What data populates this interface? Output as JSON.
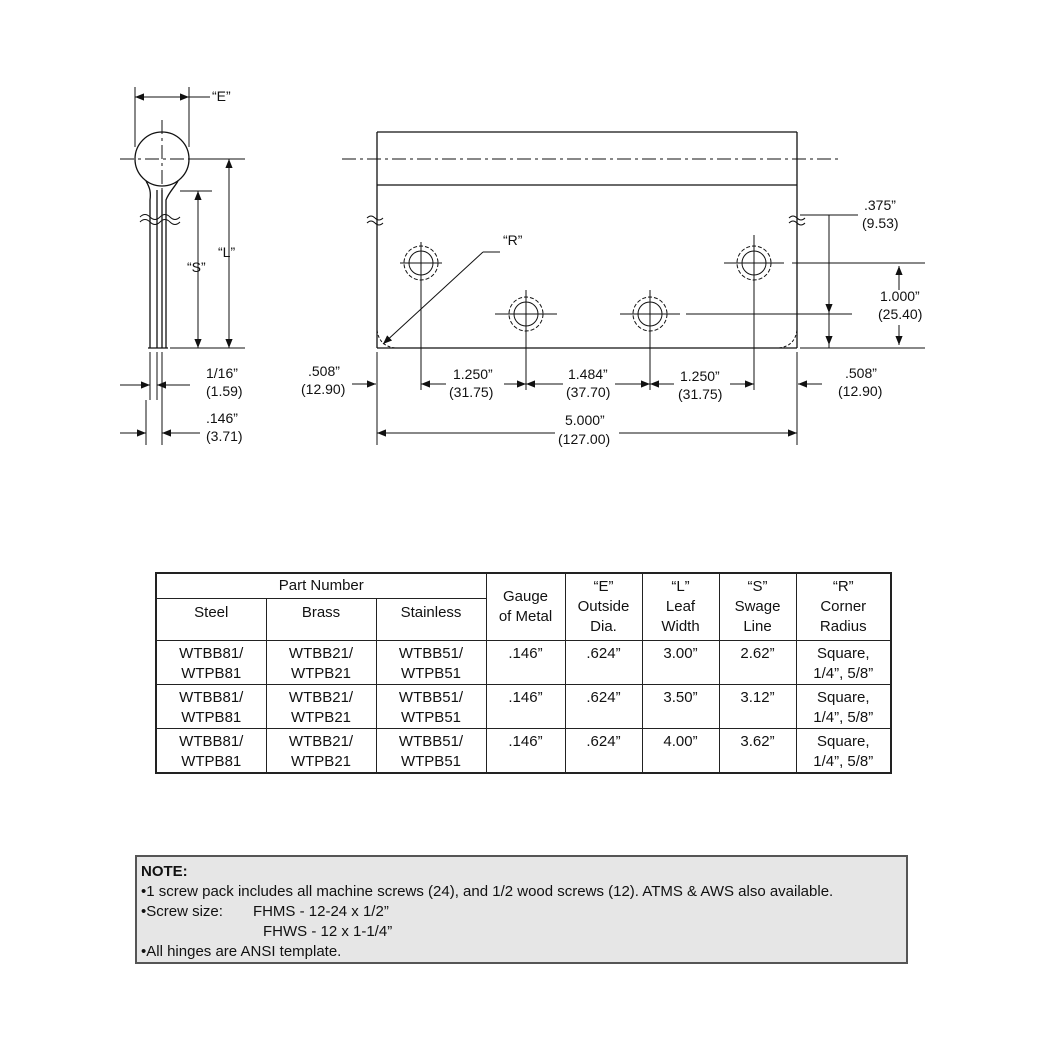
{
  "drawing": {
    "side_view": {
      "e_label": "“E”",
      "l_label": "“L”",
      "s_label": "“S”",
      "thickness_in": "1/16”",
      "thickness_mm": "(1.59)",
      "gauge_in": ".146”",
      "gauge_mm": "(3.71)"
    },
    "front_view": {
      "r_label": "“R”",
      "offset_top_in": ".375”",
      "offset_top_mm": "(9.53)",
      "hole_height_in": "1.000”",
      "hole_height_mm": "(25.40)",
      "edge_left_in": ".508”",
      "edge_left_mm": "(12.90)",
      "spacing_1_in": "1.250”",
      "spacing_1_mm": "(31.75)",
      "spacing_2_in": "1.484”",
      "spacing_2_mm": "(37.70)",
      "spacing_3_in": "1.250”",
      "spacing_3_mm": "(31.75)",
      "edge_right_in": ".508”",
      "edge_right_mm": "(12.90)",
      "length_in": "5.000”",
      "length_mm": "(127.00)"
    }
  },
  "table": {
    "part_number_header": "Part Number",
    "columns": {
      "steel": "Steel",
      "brass": "Brass",
      "stainless": "Stainless",
      "gauge": [
        "Gauge",
        "of Metal"
      ],
      "e": [
        "“E”",
        "Outside",
        "Dia."
      ],
      "l": [
        "“L”",
        "Leaf",
        "Width"
      ],
      "s": [
        "“S”",
        "Swage",
        "Line"
      ],
      "r": [
        "“R”",
        "Corner",
        "Radius"
      ]
    },
    "rows": [
      {
        "steel": [
          "WTBB81/",
          "WTPB81"
        ],
        "brass": [
          "WTBB21/",
          "WTPB21"
        ],
        "stainless": [
          "WTBB51/",
          "WTPB51"
        ],
        "gauge": ".146”",
        "e": ".624”",
        "l": "3.00”",
        "s": "2.62”",
        "r": [
          "Square,",
          "1/4”, 5/8”"
        ]
      },
      {
        "steel": [
          "WTBB81/",
          "WTPB81"
        ],
        "brass": [
          "WTBB21/",
          "WTPB21"
        ],
        "stainless": [
          "WTBB51/",
          "WTPB51"
        ],
        "gauge": ".146”",
        "e": ".624”",
        "l": "3.50”",
        "s": "3.12”",
        "r": [
          "Square,",
          "1/4”, 5/8”"
        ]
      },
      {
        "steel": [
          "WTBB81/",
          "WTPB81"
        ],
        "brass": [
          "WTBB21/",
          "WTPB21"
        ],
        "stainless": [
          "WTBB51/",
          "WTPB51"
        ],
        "gauge": ".146”",
        "e": ".624”",
        "l": "4.00”",
        "s": "3.62”",
        "r": [
          "Square,",
          "1/4”, 5/8”"
        ]
      }
    ]
  },
  "note": {
    "title": "NOTE:",
    "line1": "•1 screw pack includes all machine screws (24), and 1/2 wood screws (12). ATMS & AWS also available.",
    "line2_label": "•Screw size:",
    "line2_value": "FHMS - 12-24 x 1/2”",
    "line3_value": "FHWS - 12 x 1-1/4”",
    "line4": "•All hinges are ANSI template."
  }
}
